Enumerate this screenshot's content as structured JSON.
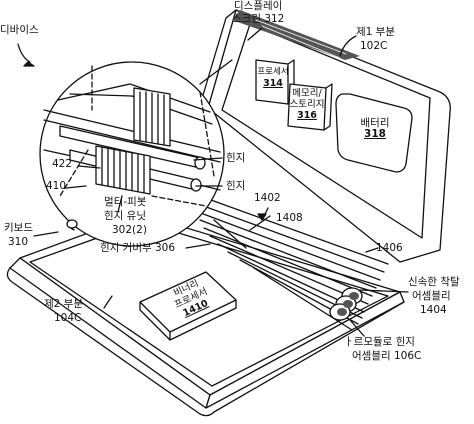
{
  "labels": {
    "device": "디바이스",
    "display": "디스플레이",
    "display_screen": "스크린 312",
    "part1": "제1 부분",
    "part1_ref": "102C",
    "l422": "422",
    "l410": "410",
    "hinge_a": "힌지",
    "hinge_b": "힌지",
    "l1402": "1402",
    "l1408": "1408",
    "multi_pivot_1": "멀티-피봇",
    "multi_pivot_2": "힌지 유닛",
    "multi_pivot_3": "302(2)",
    "keyboard": "키보드",
    "keyboard_ref": "310",
    "hinge_cover": "힌지 커버부 306",
    "l1406": "1406",
    "flex_1": "신속한 착탈",
    "flex_2": "어셈블리",
    "flex_3": "1404",
    "part2": "제2 부분",
    "part2_ref": "104C",
    "modular_1": "모듈로 힌지",
    "modular_1_prefix": "ㅏ르",
    "modular_2": "어셈블리 106C"
  },
  "components": {
    "processor": {
      "line1": "프로세서",
      "num": "314"
    },
    "memory": {
      "line1": "메모리/",
      "line2": "스토리지",
      "num": "316"
    },
    "battery": {
      "line1": "배터리",
      "num": "318"
    },
    "secondary": {
      "line1": "비너리",
      "line2": "프로세서",
      "num": "1410"
    }
  }
}
